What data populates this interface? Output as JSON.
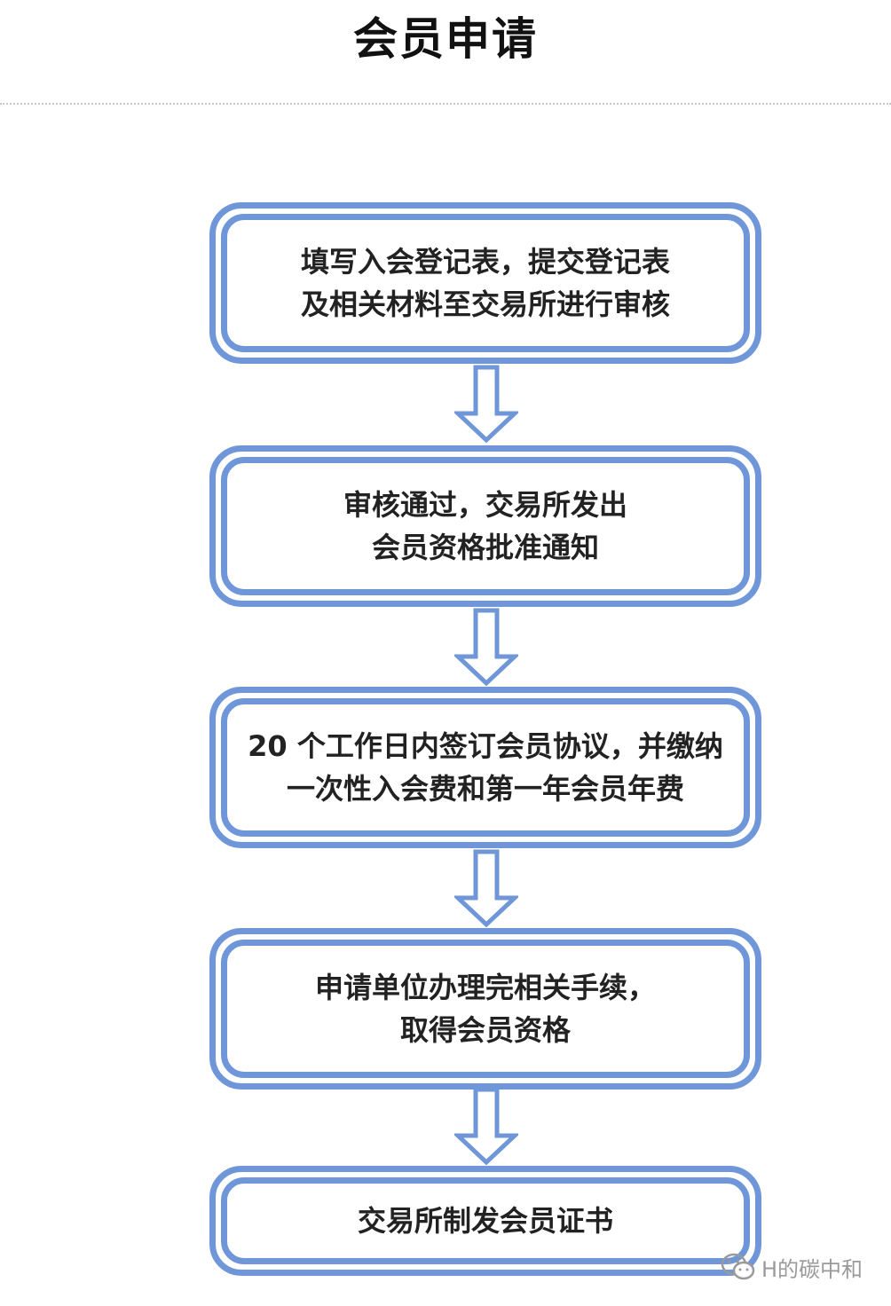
{
  "header": {
    "title": "会员申请"
  },
  "flow": {
    "steps": [
      {
        "lines": [
          "填写入会登记表，提交登记表",
          "及相关材料至交易所进行审核"
        ]
      },
      {
        "lines": [
          "审核通过，交易所发出",
          "会员资格批准通知"
        ]
      },
      {
        "lines": [
          "20 个工作日内签订会员协议，并缴纳",
          "一次性入会费和第一年会员年费"
        ]
      },
      {
        "lines": [
          "申请单位办理完相关手续，",
          "取得会员资格"
        ]
      },
      {
        "lines": [
          "交易所制发会员证书"
        ]
      }
    ],
    "colors": {
      "border": "#6f96d8",
      "text": "#222222"
    }
  },
  "watermark": {
    "icon": "wechat-icon",
    "text": "H的碳中和"
  }
}
